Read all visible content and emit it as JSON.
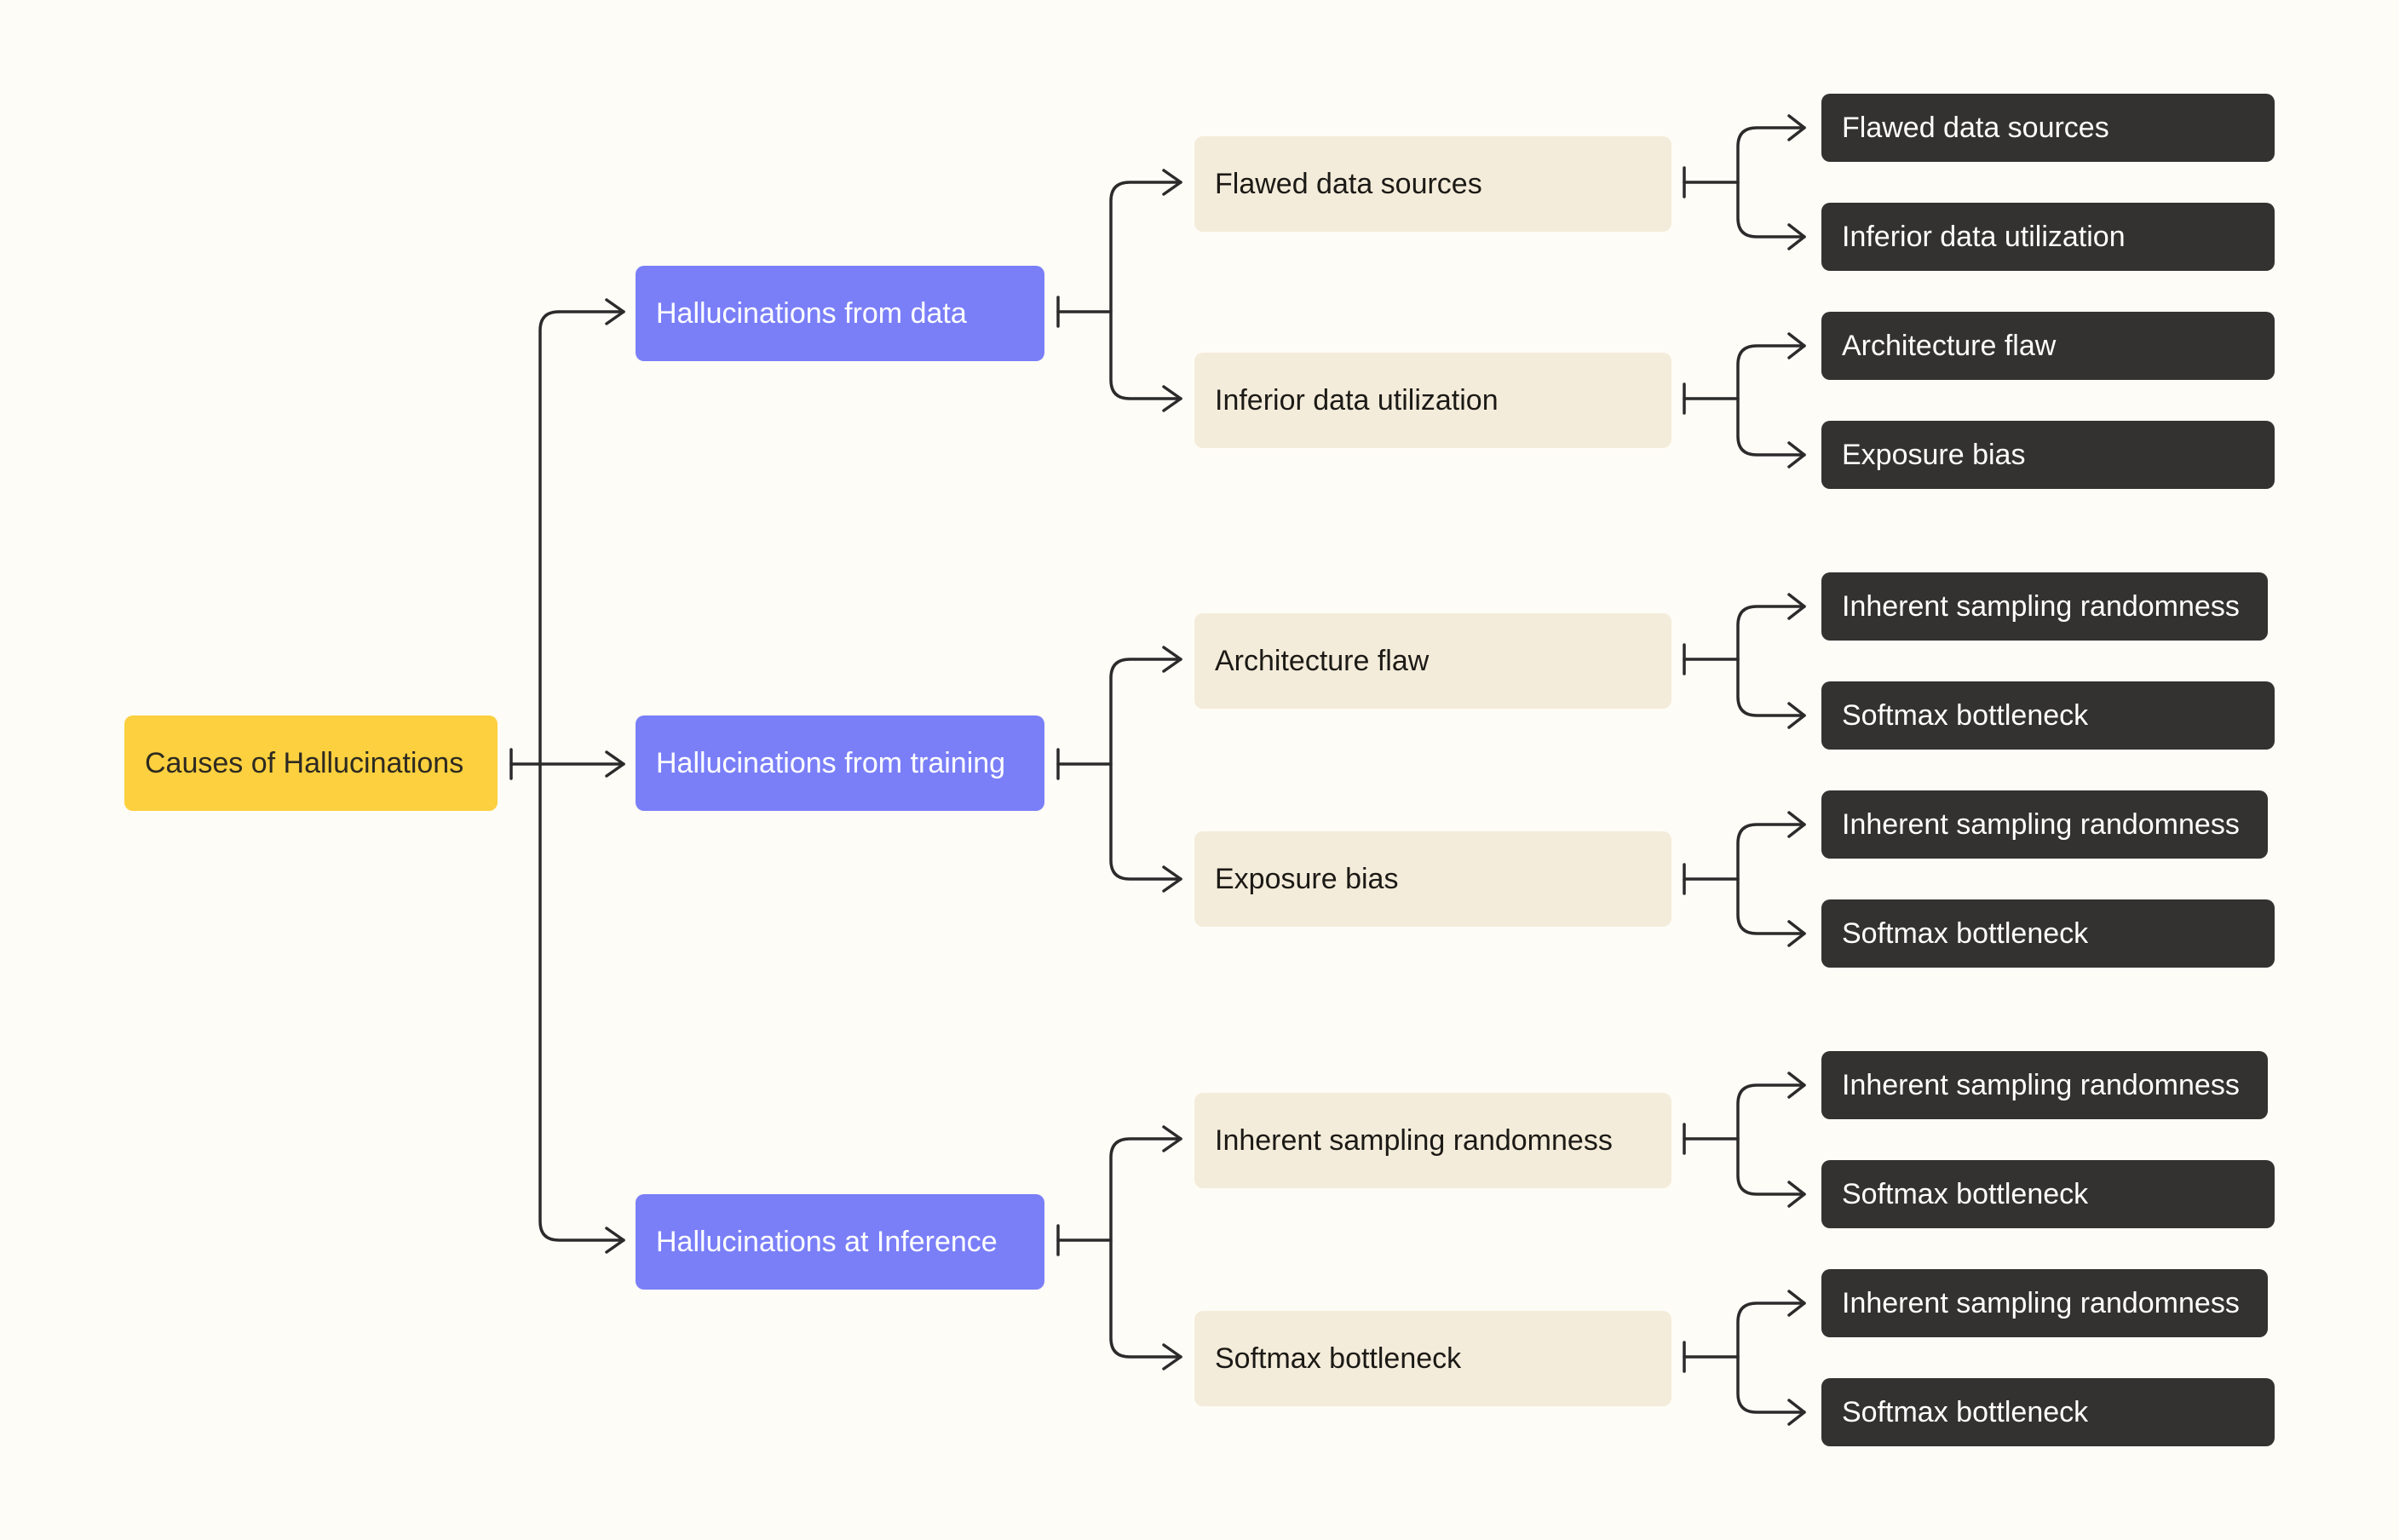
{
  "colors": {
    "background": "#fefcf6",
    "root": "#fcd03e",
    "level1": "#7a7ff8",
    "level2": "#f4ecda",
    "level3": "#333230",
    "connector": "#2b2b2b"
  },
  "root": {
    "label": "Causes of Hallucinations"
  },
  "branches": [
    {
      "label": "Hallucinations from data",
      "children": [
        {
          "label": "Flawed data sources",
          "leaves": [
            "Flawed data sources",
            "Inferior data utilization"
          ]
        },
        {
          "label": "Inferior data utilization",
          "leaves": [
            "Architecture flaw",
            "Exposure bias"
          ]
        }
      ]
    },
    {
      "label": "Hallucinations from training",
      "children": [
        {
          "label": "Architecture flaw",
          "leaves": [
            "Inherent sampling randomness",
            "Softmax bottleneck"
          ]
        },
        {
          "label": "Exposure bias",
          "leaves": [
            "Inherent sampling randomness",
            "Softmax bottleneck"
          ]
        }
      ]
    },
    {
      "label": "Hallucinations at Inference",
      "children": [
        {
          "label": "Inherent sampling randomness",
          "leaves": [
            "Inherent sampling randomness",
            "Softmax bottleneck"
          ]
        },
        {
          "label": "Softmax bottleneck",
          "leaves": [
            "Inherent sampling randomness",
            "Softmax bottleneck"
          ]
        }
      ]
    }
  ]
}
